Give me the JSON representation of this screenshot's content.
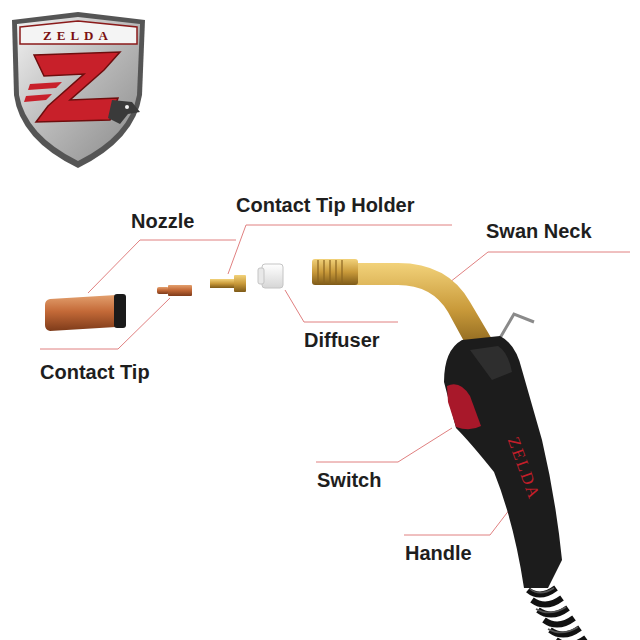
{
  "diagram": {
    "labels": [
      "ZELDA",
      "Nozzle",
      "Contact Tip Holder",
      "Swan Neck",
      "Diffuser",
      "Contact Tip",
      "Switch",
      "ZELDA",
      "Handle"
    ]
  }
}
